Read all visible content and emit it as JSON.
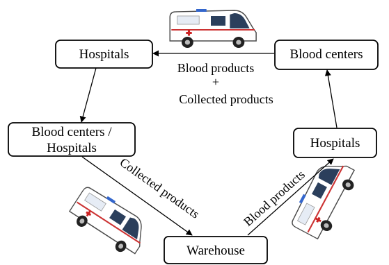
{
  "nodes": {
    "hospitals_top": "Hospitals",
    "blood_centers_top": "Blood centers",
    "blood_centers_hospitals": [
      "Blood centers /",
      "Hospitals"
    ],
    "hospitals_right": "Hospitals",
    "warehouse": "Warehouse"
  },
  "edge_labels": {
    "top": [
      "Blood products",
      "+",
      "Collected products"
    ],
    "left_diag": "Collected products",
    "right_diag": "Blood products"
  },
  "colors": {
    "box_stroke": "#000000",
    "ambulance_body": "#ffffff",
    "ambulance_glass": "#2b3f5c",
    "cross": "#cc2222"
  },
  "icons": [
    "ambulance-icon",
    "ambulance-icon",
    "ambulance-icon"
  ]
}
